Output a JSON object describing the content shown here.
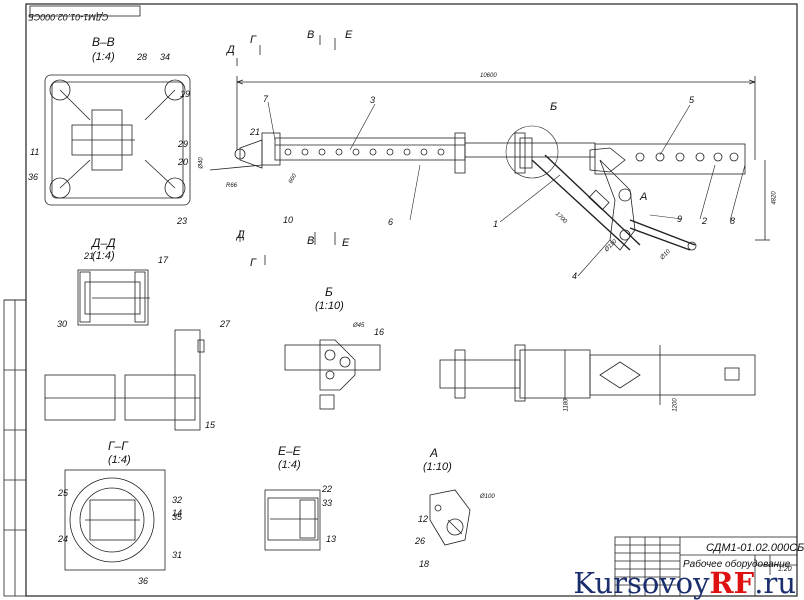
{
  "frame": {
    "stamp_code": "СДМ1-01.02.000СБ",
    "top_stamp_code": "СДМ1-01.02.000СБ",
    "title_text": "Рабочее оборудование",
    "scale": "1:20"
  },
  "sections": {
    "vv": {
      "title": "В–В",
      "scale": "(1:4)"
    },
    "dd": {
      "title": "Д–Д",
      "scale": "(1:4)"
    },
    "b": {
      "title": "Б",
      "scale": "(1:10)"
    },
    "gg": {
      "title": "Г–Г",
      "scale": "(1:4)"
    },
    "ee": {
      "title": "Е–Е",
      "scale": "(1:4)"
    },
    "a": {
      "title": "А",
      "scale": "(1:10)"
    }
  },
  "cut_labels": {
    "d": "Д",
    "g": "Г",
    "v": "В",
    "e": "Е",
    "b": "Б",
    "a": "А"
  },
  "dimensions": {
    "overall_length": "10600",
    "height": "4820",
    "d1": "Ø40",
    "d2": "660",
    "d3": "R66",
    "d4": "1700",
    "d5": "Ø110",
    "d6": "Ø10",
    "d7": "Ø45",
    "d8": "1180",
    "d9": "1200",
    "d10": "Ø100"
  },
  "callouts": {
    "c1": "1",
    "c2": "2",
    "c3": "3",
    "c4": "4",
    "c5": "5",
    "c6": "6",
    "c7": "7",
    "c8": "8",
    "c9": "9",
    "c10": "10",
    "c11": "11",
    "c12": "12",
    "c13": "13",
    "c14": "14",
    "c15": "15",
    "c16": "16",
    "c17": "17",
    "c18": "18",
    "c19": "19",
    "c20": "20",
    "c21": "21",
    "c22": "22",
    "c23": "23",
    "c24": "24",
    "c25": "25",
    "c26": "26",
    "c27": "27",
    "c28": "28",
    "c29": "29",
    "c30": "30",
    "c31": "31",
    "c32": "32",
    "c33": "33",
    "c34": "34",
    "c35": "35",
    "c36": "36"
  },
  "watermark": {
    "part1": "Kursovoy",
    "part2": "RF",
    "part3": ".ru"
  }
}
